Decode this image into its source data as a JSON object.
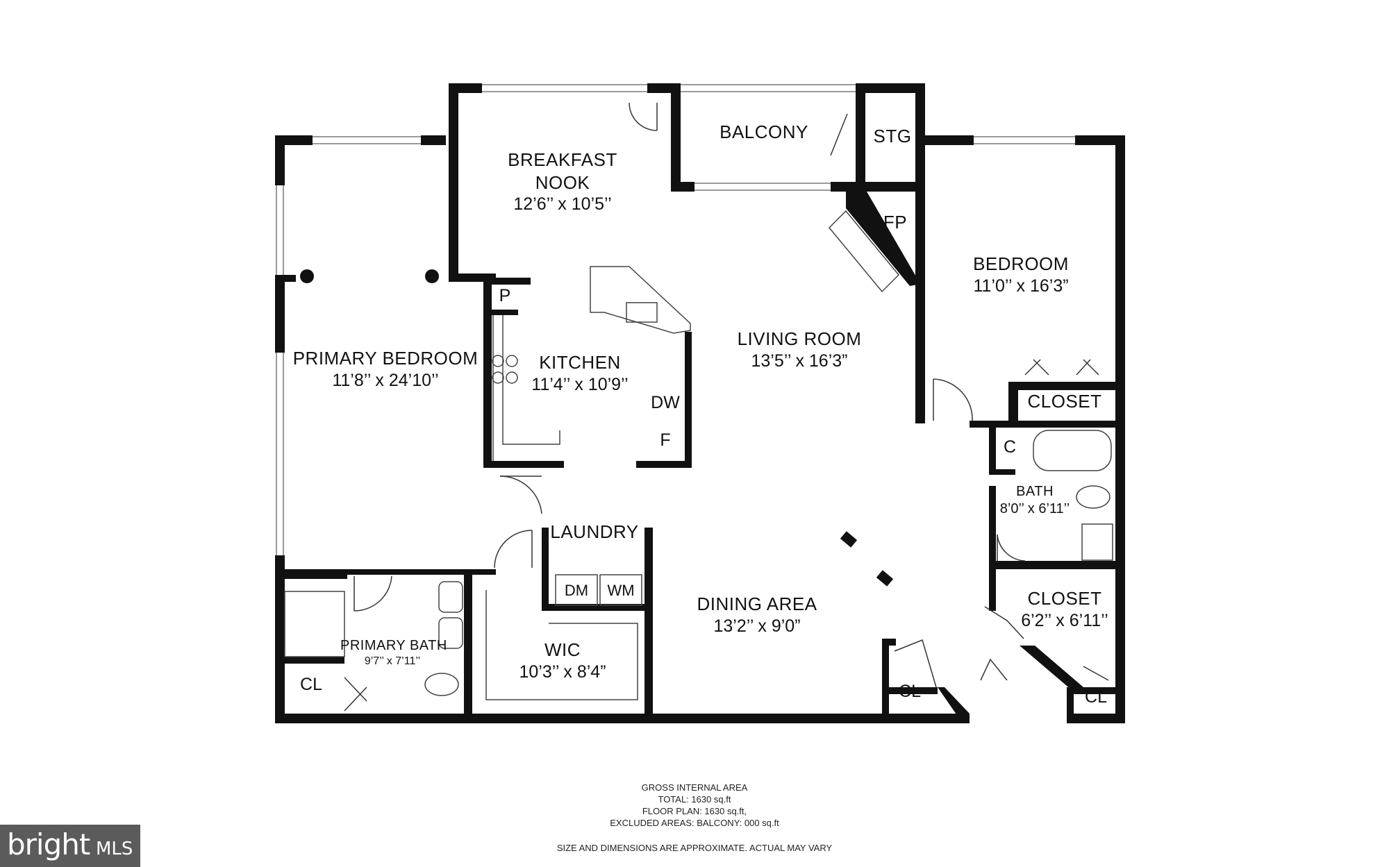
{
  "rooms": {
    "breakfast_nook": {
      "name_line1": "BREAKFAST",
      "name_line2": "NOOK",
      "dims": "12’6’’ x 10’5’’"
    },
    "balcony": {
      "name": "BALCONY"
    },
    "storage": {
      "name": "STG"
    },
    "fireplace": {
      "name": "FP"
    },
    "bedroom": {
      "name": "BEDROOM",
      "dims": "11’0’’ x 16’3”"
    },
    "primary_bedroom": {
      "name": "PRIMARY BEDROOM",
      "dims": "11’8’’ x 24’10’’"
    },
    "kitchen": {
      "name": "KITCHEN",
      "dims": "11’4’’ x 10’9’’"
    },
    "living_room": {
      "name": "LIVING ROOM",
      "dims": "13’5’’ x 16’3”"
    },
    "bedroom_closet": {
      "name": "CLOSET"
    },
    "bath": {
      "name": "BATH",
      "dims": "8’0’’ x 6’11’’"
    },
    "laundry": {
      "name": "LAUNDRY"
    },
    "dining_area": {
      "name": "DINING AREA",
      "dims": "13’2’’ x 9’0”"
    },
    "hall_closet": {
      "name": "CLOSET",
      "dims": "6’2’’ x 6’11’’"
    },
    "primary_bath": {
      "name": "PRIMARY BATH",
      "dims": "9’7’’ x 7’11’’"
    },
    "wic": {
      "name": "WIC",
      "dims": "10’3’’ x 8’4”"
    }
  },
  "fixtures": {
    "pantry": "P",
    "dishwasher": "DW",
    "fridge": "F",
    "dryer": "DM",
    "washer": "WM",
    "bath_closet": "C",
    "primary_closet": "CL",
    "entry_closet": "CL",
    "corner_closet": "CL"
  },
  "footer": {
    "heading": "GROSS INTERNAL AREA",
    "total": "TOTAL: 1630 sq.ft",
    "floor_plan": "FLOOR PLAN: 1630 sq.ft,",
    "excluded": "EXCLUDED AREAS: BALCONY: 000 sq.ft",
    "disclaimer": "SIZE AND DIMENSIONS ARE APPROXIMATE. ACTUAL MAY VARY"
  },
  "logo": {
    "brand": "bright",
    "suffix": "MLS"
  },
  "colors": {
    "wall": "#111111",
    "window": "#9a9a9a",
    "background": "#ffffff",
    "logo_bg": "#5b5b5b"
  }
}
